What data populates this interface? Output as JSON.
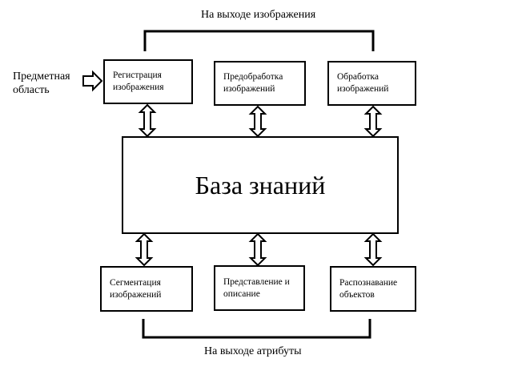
{
  "diagram": {
    "top_caption": "На выходе изображения",
    "bottom_caption": "На выходе атрибуты",
    "input_label": [
      "Предметная",
      "область"
    ],
    "center": "База знаний",
    "top_boxes": [
      {
        "line1": "Регистрация",
        "line2": "изображения"
      },
      {
        "line1": "Предобработка",
        "line2": "изображений"
      },
      {
        "line1": "Обработка",
        "line2": "изображений"
      }
    ],
    "bottom_boxes": [
      {
        "line1": "Сегментация",
        "line2": "изображений"
      },
      {
        "line1": "Представление и",
        "line2": "описание"
      },
      {
        "line1": "Распознавание",
        "line2": "объектов"
      }
    ]
  }
}
